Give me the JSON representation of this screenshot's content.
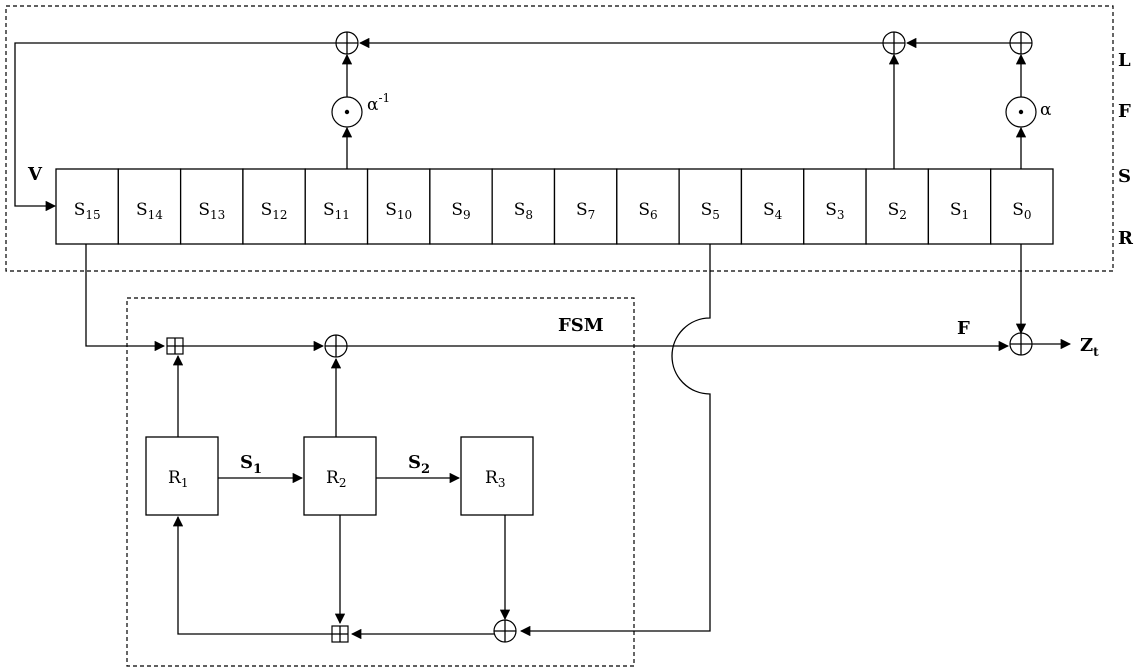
{
  "lfsr": {
    "cells": [
      {
        "main": "S",
        "sub": "15"
      },
      {
        "main": "S",
        "sub": "14"
      },
      {
        "main": "S",
        "sub": "13"
      },
      {
        "main": "S",
        "sub": "12"
      },
      {
        "main": "S",
        "sub": "11"
      },
      {
        "main": "S",
        "sub": "10"
      },
      {
        "main": "S",
        "sub": "9"
      },
      {
        "main": "S",
        "sub": "8"
      },
      {
        "main": "S",
        "sub": "7"
      },
      {
        "main": "S",
        "sub": "6"
      },
      {
        "main": "S",
        "sub": "5"
      },
      {
        "main": "S",
        "sub": "4"
      },
      {
        "main": "S",
        "sub": "3"
      },
      {
        "main": "S",
        "sub": "2"
      },
      {
        "main": "S",
        "sub": "1"
      },
      {
        "main": "S",
        "sub": "0"
      }
    ],
    "side_letters": [
      "L",
      "F",
      "S",
      "R"
    ],
    "v_label": "V",
    "alpha_inv_label": "α",
    "alpha_inv_sup": "-1",
    "alpha_label": "α"
  },
  "fsm": {
    "title": "FSM",
    "registers": [
      {
        "main": "R",
        "sub": "1"
      },
      {
        "main": "R",
        "sub": "2"
      },
      {
        "main": "R",
        "sub": "3"
      }
    ],
    "s1": {
      "main": "S",
      "sub": "1"
    },
    "s2": {
      "main": "S",
      "sub": "2"
    }
  },
  "output": {
    "f_label": "F",
    "z": {
      "main": "Z",
      "sub": "t"
    }
  }
}
